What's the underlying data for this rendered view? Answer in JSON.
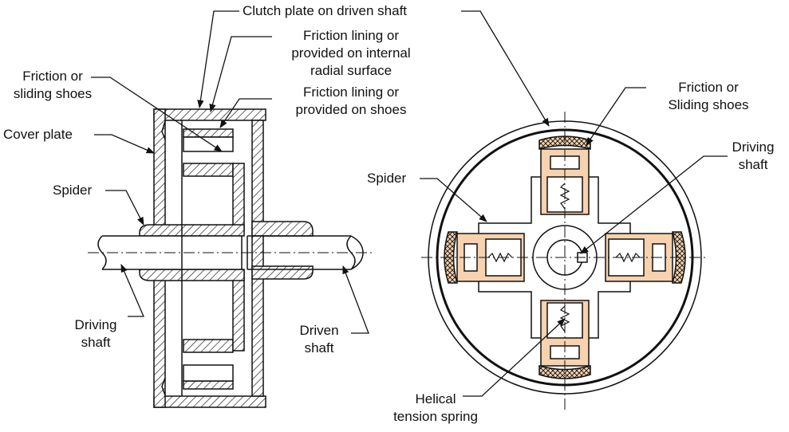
{
  "colors": {
    "stroke": "#111111",
    "shoe_fill": "#f7d2ae",
    "background": "#ffffff"
  },
  "labels": {
    "clutch_plate": "Clutch plate on driven shaft",
    "friction_lining_internal": [
      "Friction lining or",
      "provided on internal",
      "radial surface"
    ],
    "friction_lining_shoes": [
      "Friction lining or",
      "provided on shoes"
    ],
    "friction_shoes_left": [
      "Friction or",
      "sliding shoes"
    ],
    "cover_plate": "Cover plate",
    "spider_left": "Spider",
    "driving_shaft_left": [
      "Driving",
      "shaft"
    ],
    "driven_shaft": [
      "Driven",
      "shaft"
    ],
    "friction_shoes_right": [
      "Friction or",
      "Sliding shoes"
    ],
    "driving_shaft_right": [
      "Driving",
      "shaft"
    ],
    "spider_right": "Spider",
    "helical_spring": [
      "Helical",
      "tension spring"
    ]
  }
}
